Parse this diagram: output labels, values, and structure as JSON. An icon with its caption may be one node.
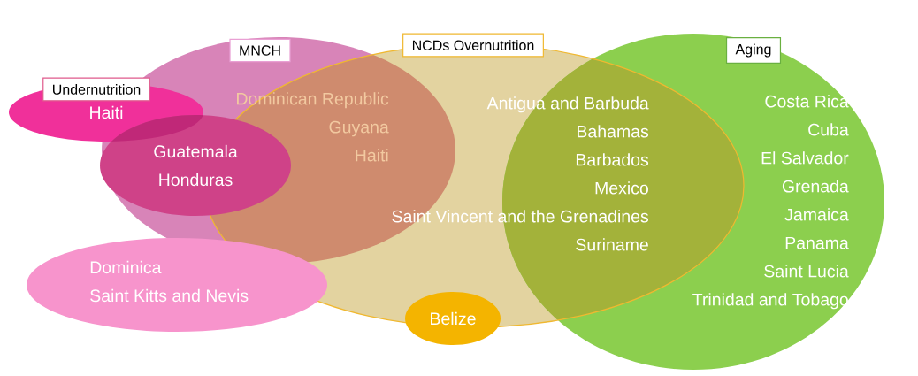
{
  "diagram": {
    "nodes": [
      {
        "text": [
          "Undernutrition"
        ]
      },
      {
        "text": [
          "MNCH"
        ]
      },
      {
        "text": [
          "NCDs Overnutrition"
        ]
      },
      {
        "text": [
          "Aging"
        ]
      },
      {
        "text": [
          "Haiti"
        ]
      },
      {
        "text": [
          "Dominican Republic",
          "Guyana",
          "Haiti"
        ]
      },
      {
        "text": [
          "Antigua and Barbuda",
          "Bahamas",
          "Barbados",
          "Mexico",
          "Saint Vincent and the Grenadines",
          "Suriname"
        ]
      },
      {
        "text": [
          "Costa Rica",
          "Cuba",
          "El Salvador",
          "Grenada",
          "Jamaica",
          "Panama",
          "Saint Lucia",
          "Trinidad and Tobago"
        ]
      },
      {
        "text": [
          "Guatemala",
          "Honduras"
        ]
      },
      {
        "text": [
          "Dominica",
          "Saint Kitts and Nevis"
        ]
      },
      {
        "text": [
          "Belize"
        ]
      }
    ]
  }
}
